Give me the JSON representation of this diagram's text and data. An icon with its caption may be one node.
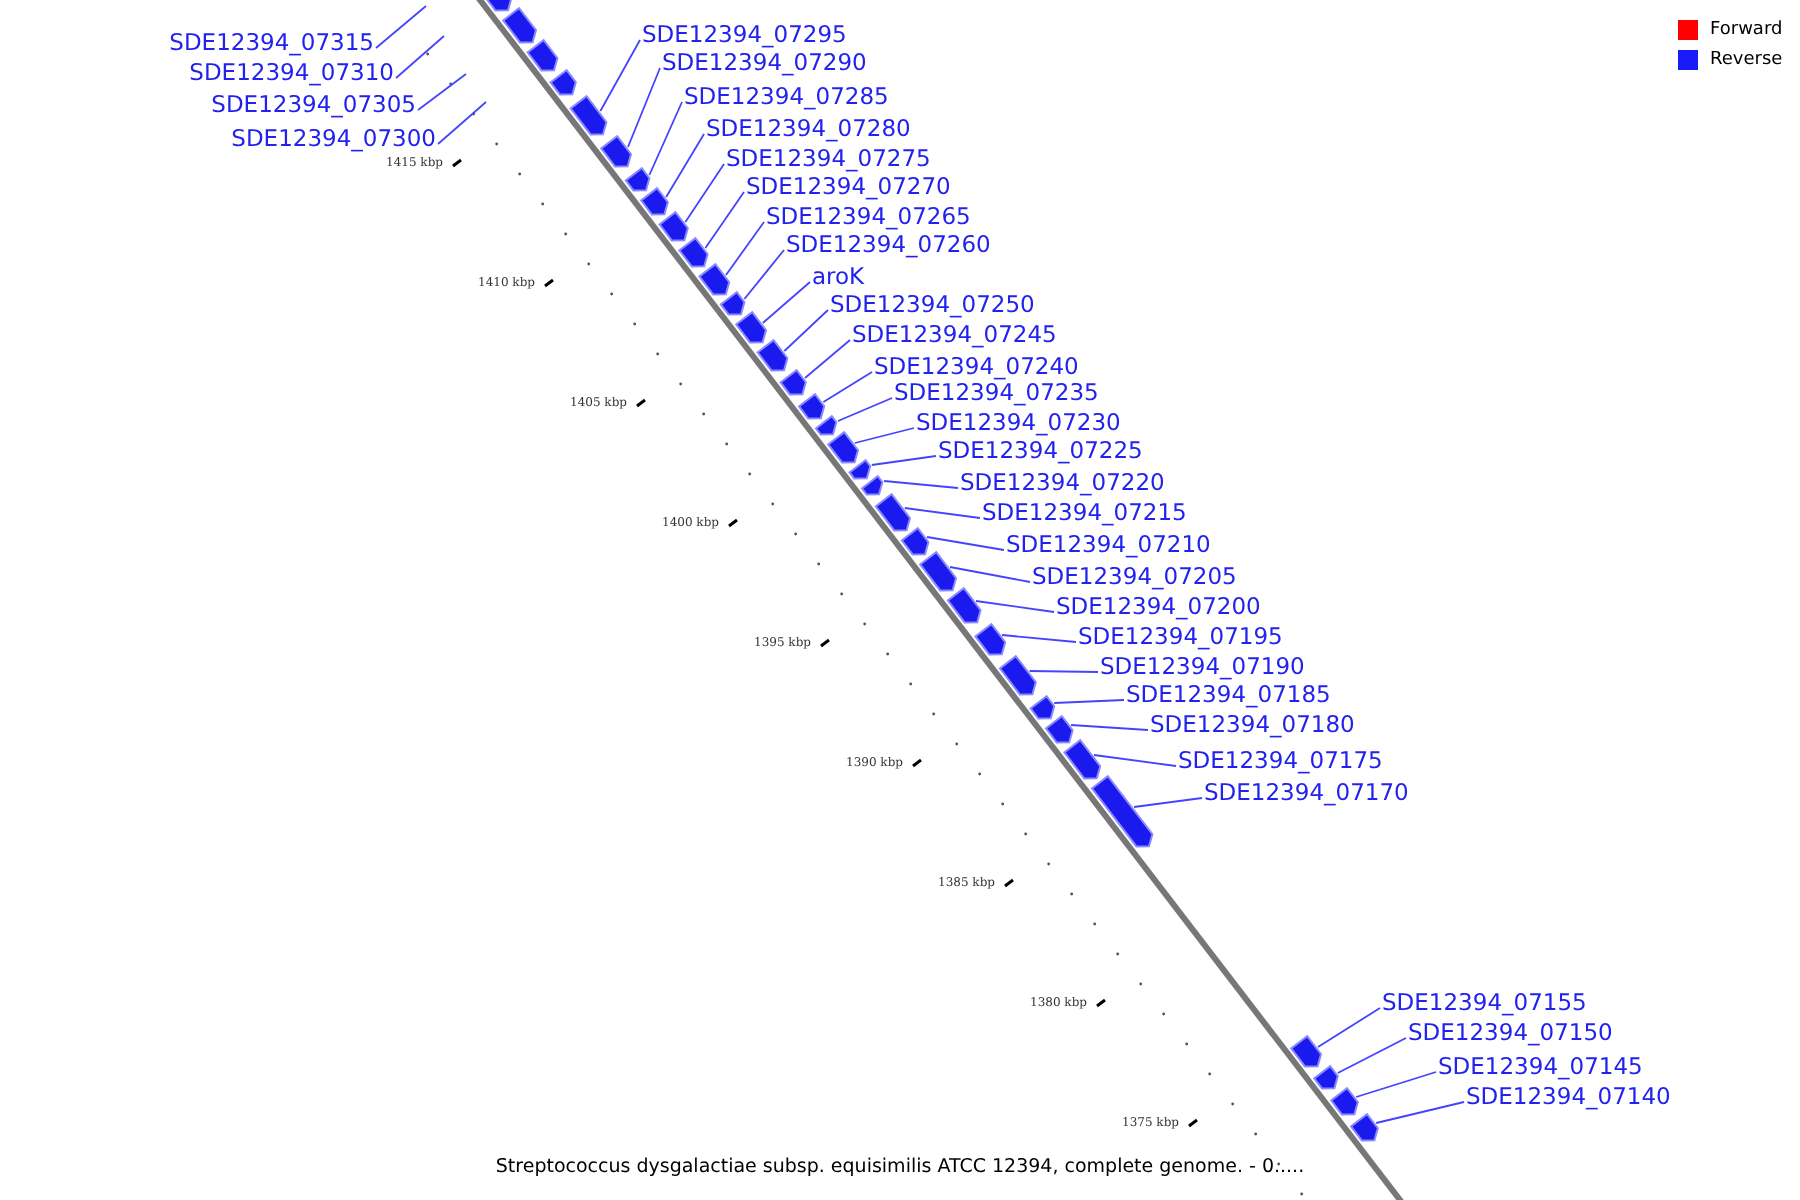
{
  "diagram": {
    "caption": "Streptococcus dysgalactiae subsp. equisimilis ATCC 12394, complete genome. - 0.....",
    "nodes": [
      {
        "text": [
          "SDE12394_07315"
        ]
      },
      {
        "text": [
          "SDE12394_07310"
        ]
      },
      {
        "text": [
          "SDE12394_07305"
        ]
      },
      {
        "text": [
          "SDE12394_07300"
        ]
      },
      {
        "text": [
          "SDE12394_07295"
        ]
      },
      {
        "text": [
          "SDE12394_07290"
        ]
      },
      {
        "text": [
          "SDE12394_07285"
        ]
      },
      {
        "text": [
          "SDE12394_07280"
        ]
      },
      {
        "text": [
          "SDE12394_07275"
        ]
      },
      {
        "text": [
          "SDE12394_07270"
        ]
      },
      {
        "text": [
          "SDE12394_07265"
        ]
      },
      {
        "text": [
          "SDE12394_07260"
        ]
      },
      {
        "text": [
          "aroK"
        ]
      },
      {
        "text": [
          "SDE12394_07250"
        ]
      },
      {
        "text": [
          "SDE12394_07245"
        ]
      },
      {
        "text": [
          "SDE12394_07240"
        ]
      },
      {
        "text": [
          "SDE12394_07235"
        ]
      },
      {
        "text": [
          "SDE12394_07230"
        ]
      },
      {
        "text": [
          "SDE12394_07225"
        ]
      },
      {
        "text": [
          "SDE12394_07220"
        ]
      },
      {
        "text": [
          "SDE12394_07215"
        ]
      },
      {
        "text": [
          "SDE12394_07210"
        ]
      },
      {
        "text": [
          "SDE12394_07205"
        ]
      },
      {
        "text": [
          "SDE12394_07200"
        ]
      },
      {
        "text": [
          "SDE12394_07195"
        ]
      },
      {
        "text": [
          "SDE12394_07190"
        ]
      },
      {
        "text": [
          "SDE12394_07185"
        ]
      },
      {
        "text": [
          "SDE12394_07180"
        ]
      },
      {
        "text": [
          "SDE12394_07175"
        ]
      },
      {
        "text": [
          "SDE12394_07170"
        ]
      },
      {
        "text": [
          "SDE12394_07155"
        ]
      },
      {
        "text": [
          "SDE12394_07150"
        ]
      },
      {
        "text": [
          "SDE12394_07145"
        ]
      },
      {
        "text": [
          "SDE12394_07140"
        ]
      },
      {
        "text": [],
        "shape": "box"
      },
      {
        "text": [],
        "shape": "box"
      },
      {
        "text": [],
        "shape": "box"
      },
      {
        "text": [],
        "shape": "box"
      },
      {
        "text": [],
        "shape": "box"
      },
      {
        "text": [],
        "shape": "box"
      },
      {
        "text": [],
        "shape": "box"
      },
      {
        "text": [],
        "shape": "box"
      },
      {
        "text": [],
        "shape": "box"
      },
      {
        "text": [],
        "shape": "box"
      },
      {
        "text": [],
        "shape": "box"
      },
      {
        "text": [],
        "shape": "box"
      },
      {
        "text": [],
        "shape": "box"
      },
      {
        "text": [],
        "shape": "box"
      },
      {
        "text": [],
        "shape": "box"
      },
      {
        "text": [],
        "shape": "box"
      },
      {
        "text": [],
        "shape": "box"
      },
      {
        "text": [],
        "shape": "box"
      },
      {
        "text": [],
        "shape": "box"
      },
      {
        "text": [],
        "shape": "box"
      },
      {
        "text": [],
        "shape": "box"
      },
      {
        "text": [],
        "shape": "box"
      },
      {
        "text": [],
        "shape": "box"
      },
      {
        "text": [],
        "shape": "box"
      },
      {
        "text": [],
        "shape": "box"
      },
      {
        "text": [],
        "shape": "box"
      },
      {
        "text": [],
        "shape": "box"
      },
      {
        "text": [],
        "shape": "box"
      },
      {
        "text": [],
        "shape": "box"
      },
      {
        "text": [],
        "shape": "box"
      },
      {
        "text": [],
        "shape": "box"
      },
      {
        "text": [],
        "shape": "box"
      },
      {
        "text": [],
        "shape": "box"
      },
      {
        "text": [],
        "shape": "box"
      }
    ],
    "edges": [
      {
        "from": 0,
        "to": null,
        "arrow": "none"
      },
      {
        "from": 1,
        "to": null,
        "arrow": "none"
      },
      {
        "from": 2,
        "to": null,
        "arrow": "none"
      },
      {
        "from": 3,
        "to": null,
        "arrow": "none"
      },
      {
        "from": 4,
        "to": 38,
        "arrow": "none"
      },
      {
        "from": 5,
        "to": 39,
        "arrow": "none"
      },
      {
        "from": 6,
        "to": 40,
        "arrow": "none"
      },
      {
        "from": 7,
        "to": 41,
        "arrow": "none"
      },
      {
        "from": 8,
        "to": 42,
        "arrow": "none"
      },
      {
        "from": 9,
        "to": 43,
        "arrow": "none"
      },
      {
        "from": 10,
        "to": 44,
        "arrow": "none"
      },
      {
        "from": 11,
        "to": 45,
        "arrow": "none"
      },
      {
        "from": 12,
        "to": 46,
        "arrow": "none"
      },
      {
        "from": 13,
        "to": 47,
        "arrow": "none"
      },
      {
        "from": 14,
        "to": 48,
        "arrow": "none"
      },
      {
        "from": 15,
        "to": 49,
        "arrow": "none"
      },
      {
        "from": 16,
        "to": 50,
        "arrow": "none"
      },
      {
        "from": 17,
        "to": 51,
        "arrow": "none"
      },
      {
        "from": 18,
        "to": 52,
        "arrow": "none"
      },
      {
        "from": 19,
        "to": 53,
        "arrow": "none"
      },
      {
        "from": 20,
        "to": 54,
        "arrow": "none"
      },
      {
        "from": 21,
        "to": 55,
        "arrow": "none"
      },
      {
        "from": 22,
        "to": 56,
        "arrow": "none"
      },
      {
        "from": 23,
        "to": 57,
        "arrow": "none"
      },
      {
        "from": 24,
        "to": 58,
        "arrow": "none"
      },
      {
        "from": 25,
        "to": 59,
        "arrow": "none"
      },
      {
        "from": 26,
        "to": 60,
        "arrow": "none"
      },
      {
        "from": 27,
        "to": 61,
        "arrow": "none"
      },
      {
        "from": 28,
        "to": 62,
        "arrow": "none"
      },
      {
        "from": 29,
        "to": 63,
        "arrow": "none"
      },
      {
        "from": 30,
        "to": 64,
        "arrow": "none"
      },
      {
        "from": 31,
        "to": 65,
        "arrow": "none"
      },
      {
        "from": 32,
        "to": 66,
        "arrow": "none"
      },
      {
        "from": 33,
        "to": 67,
        "arrow": "none"
      }
    ],
    "labels": [
      "1415 kbp",
      "1410 kbp",
      "1405 kbp",
      "1400 kbp",
      "1395 kbp",
      "1390 kbp",
      "1385 kbp",
      "1380 kbp",
      "1375 kbp"
    ],
    "legend": [
      {
        "text": "Forward",
        "color": "#ff0000"
      },
      {
        "text": "Reverse",
        "color": "#1a1aff"
      }
    ]
  }
}
